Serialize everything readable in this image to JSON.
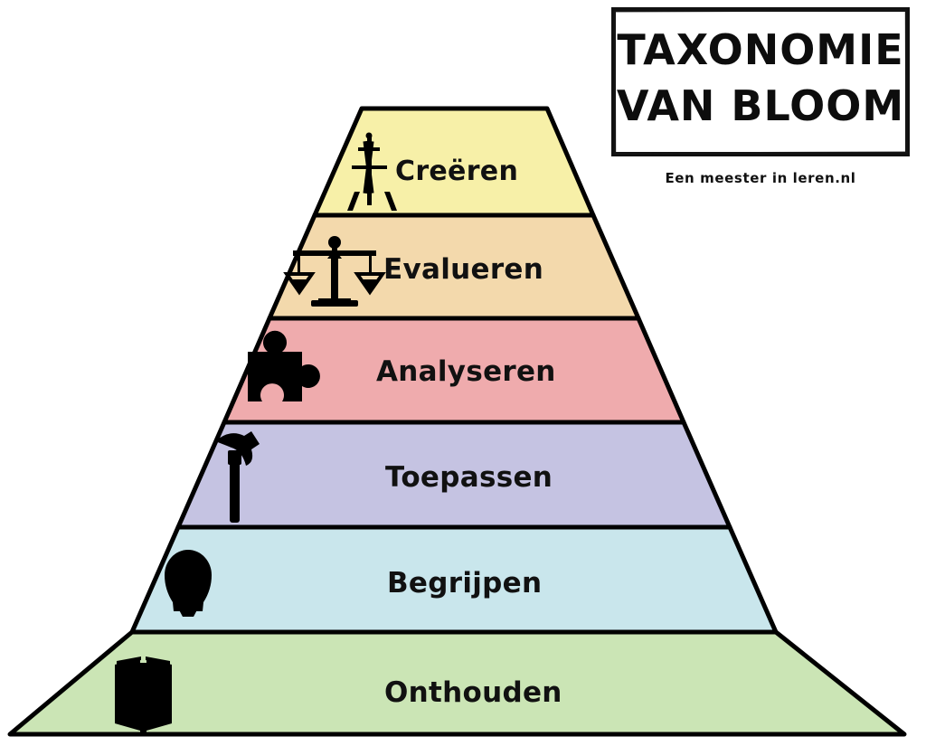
{
  "header": {
    "title_line_1": "TAXONOMIE",
    "title_line_2": "VAN BLOOM",
    "subtitle": "Een meester in leren.nl"
  },
  "diagram": {
    "type": "pyramid",
    "name": "Taxonomie van Bloom",
    "orientation": "apex-top",
    "level_count": 6,
    "outline_color": "#000000",
    "background_color": "#FFFFFF",
    "levels": [
      {
        "rank": 6,
        "position": "top",
        "label": "Creëren",
        "icon": "easel-icon",
        "color": "#F7F0A8"
      },
      {
        "rank": 5,
        "position": "second",
        "label": "Evalueren",
        "icon": "scales-icon",
        "color": "#F3D9AC"
      },
      {
        "rank": 4,
        "position": "third",
        "label": "Analyseren",
        "icon": "puzzle-piece-icon",
        "color": "#EFABAD"
      },
      {
        "rank": 3,
        "position": "fourth",
        "label": "Toepassen",
        "icon": "hammer-icon",
        "color": "#C5C3E2"
      },
      {
        "rank": 2,
        "position": "fifth",
        "label": "Begrijpen",
        "icon": "lightbulb-icon",
        "color": "#C9E6EC"
      },
      {
        "rank": 1,
        "position": "bottom",
        "label": "Onthouden",
        "icon": "open-book-icon",
        "color": "#CBE5B5"
      }
    ]
  }
}
